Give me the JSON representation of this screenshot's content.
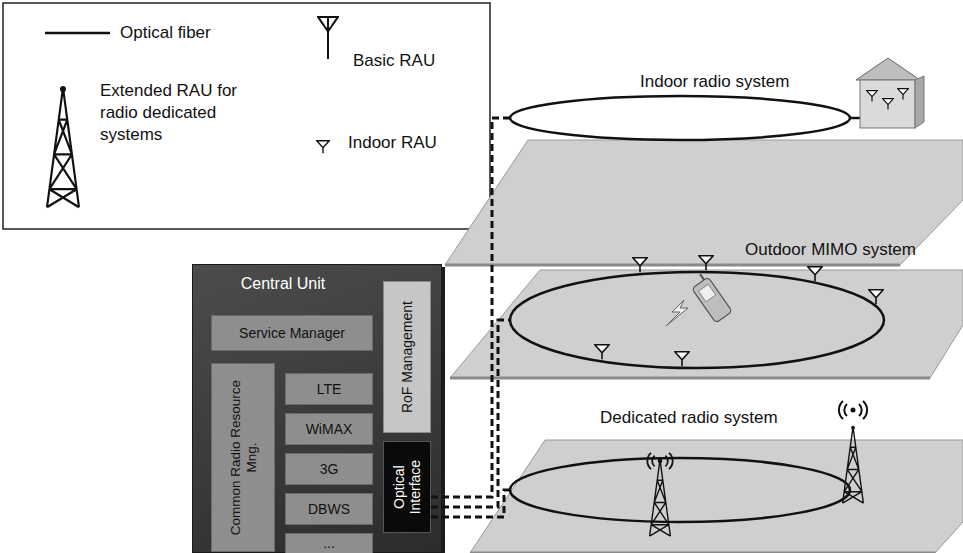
{
  "diagram": {
    "nodes": [
      {
        "text": [
          "Central Unit"
        ]
      },
      {
        "text": [
          "Service Manager"
        ],
        "in": 0
      },
      {
        "text": [
          "Common Radio Resource Mng."
        ],
        "in": 0
      },
      {
        "text": [
          "LTE"
        ],
        "in": 0
      },
      {
        "text": [
          "WiMAX"
        ],
        "in": 0
      },
      {
        "text": [
          "3G"
        ],
        "in": 0
      },
      {
        "text": [
          "DBWS"
        ],
        "in": 0
      },
      {
        "text": [
          "..."
        ],
        "in": 0
      },
      {
        "text": [
          "RoF Management"
        ],
        "in": 0
      },
      {
        "text": [
          "Optical Interface"
        ],
        "in": 0
      },
      {
        "text": [
          "Indoor radio system"
        ]
      },
      {
        "text": [
          "Outdoor MIMO system"
        ]
      },
      {
        "text": [
          "Dedicated radio system"
        ]
      }
    ],
    "edges": [
      {
        "from": 9,
        "to": 10,
        "arrow": "none"
      },
      {
        "from": 9,
        "to": 11,
        "arrow": "none"
      },
      {
        "from": 9,
        "to": 12,
        "arrow": "none"
      }
    ],
    "legend": [
      {
        "text": "Optical fiber"
      },
      {
        "text": "Basic RAU"
      },
      {
        "text": "Extended RAU for radio dedicated systems"
      },
      {
        "text": "Indoor RAU"
      }
    ]
  }
}
